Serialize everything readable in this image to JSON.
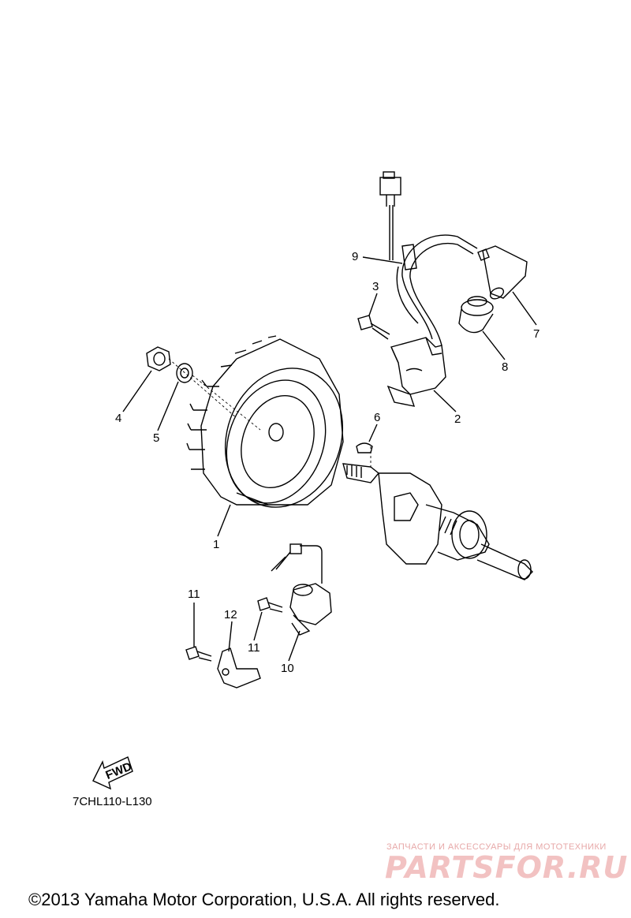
{
  "callouts": {
    "c1": "1",
    "c2": "2",
    "c3": "3",
    "c4": "4",
    "c5": "5",
    "c6": "6",
    "c7": "7",
    "c8": "8",
    "c9": "9",
    "c10": "10",
    "c11a": "11",
    "c11b": "11",
    "c12": "12"
  },
  "fwd_label": "FWD",
  "diagram_code": "7CHL110-L130",
  "watermark": {
    "subtitle": "ЗАПЧАСТИ И АКСЕССУАРЫ ДЛЯ МОТОТЕХНИКИ",
    "logo": "PARTSFOR.RU"
  },
  "copyright": "©2013 Yamaha Motor Corporation, U.S.A. All rights reserved."
}
